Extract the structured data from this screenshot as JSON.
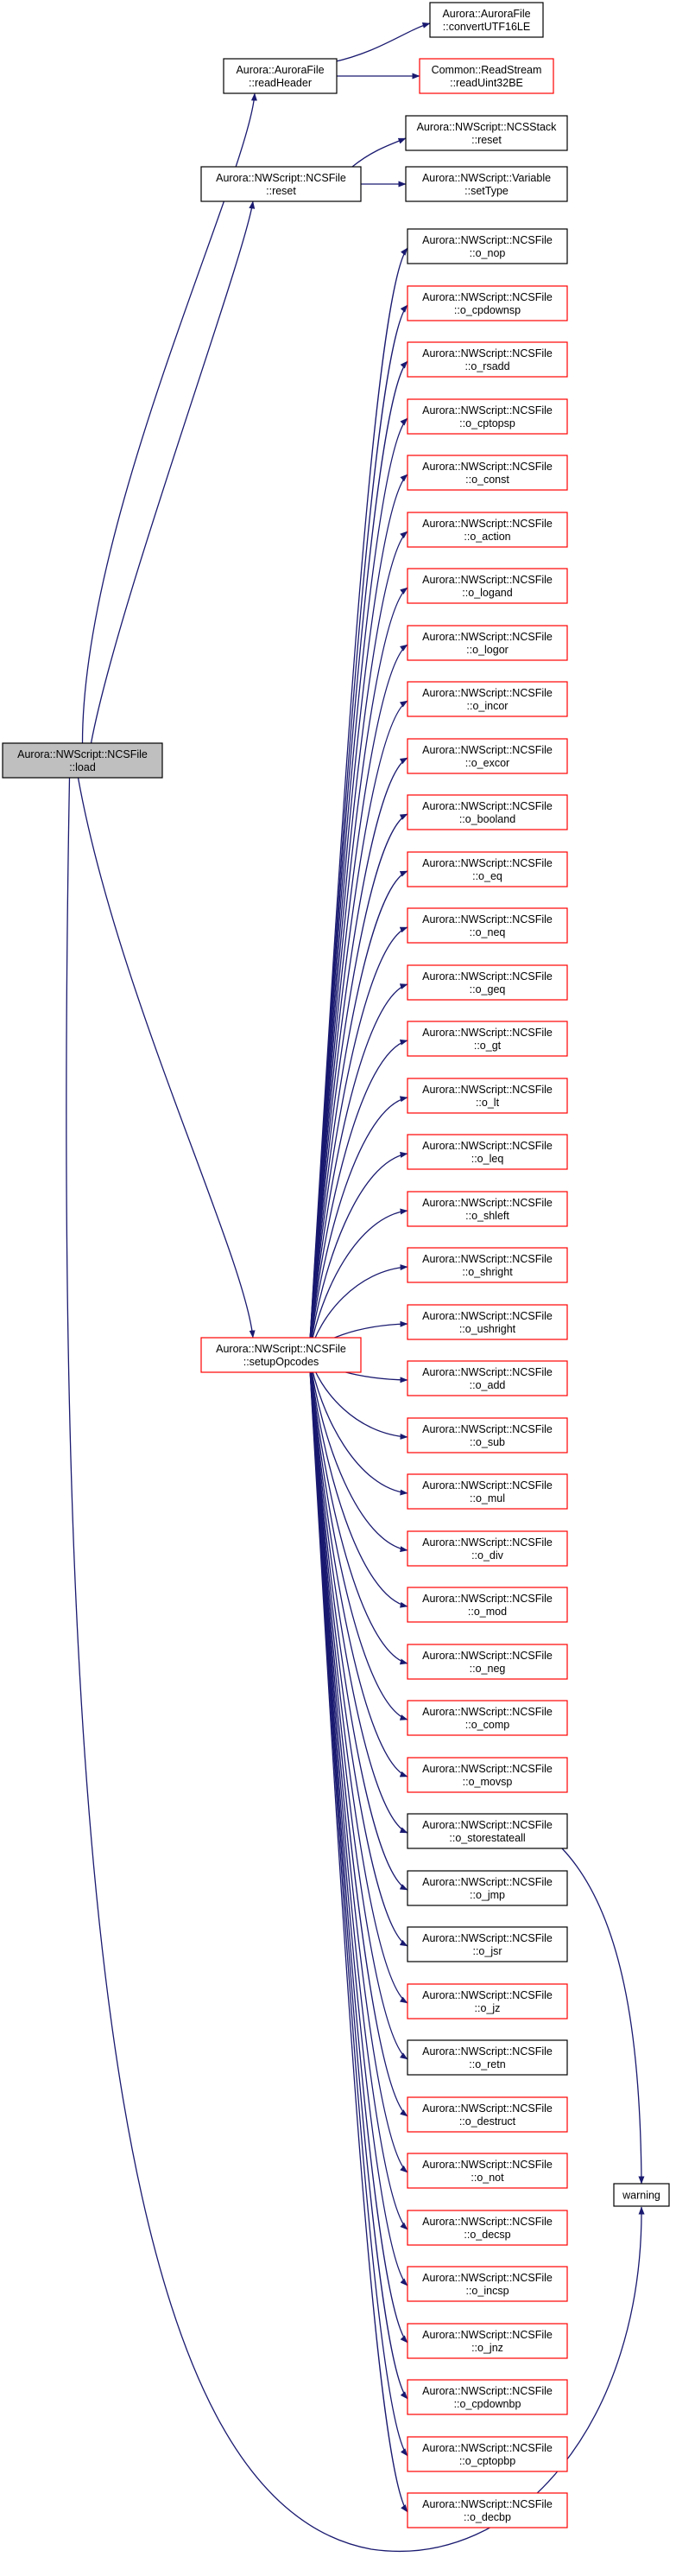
{
  "diagram": {
    "colors": {
      "edge": "#191970",
      "root_fill": "#bfbfbf",
      "leaf_border": "#000000",
      "truncated_border": "#ff0000",
      "node_fill": "#ffffff"
    },
    "nodes": [
      {
        "id": "load",
        "lines": [
          "Aurora::NWScript::NCSFile",
          "::load"
        ],
        "style": "root"
      },
      {
        "id": "readHeader",
        "lines": [
          "Aurora::AuroraFile",
          "::readHeader"
        ],
        "style": "leaf"
      },
      {
        "id": "convertUTF16LE",
        "lines": [
          "Aurora::AuroraFile",
          "::convertUTF16LE"
        ],
        "style": "leaf"
      },
      {
        "id": "readUint32BE",
        "lines": [
          "Common::ReadStream",
          "::readUint32BE"
        ],
        "style": "truncated"
      },
      {
        "id": "reset",
        "lines": [
          "Aurora::NWScript::NCSFile",
          "::reset"
        ],
        "style": "leaf"
      },
      {
        "id": "stack_reset",
        "lines": [
          "Aurora::NWScript::NCSStack",
          "::reset"
        ],
        "style": "leaf"
      },
      {
        "id": "setType",
        "lines": [
          "Aurora::NWScript::Variable",
          "::setType"
        ],
        "style": "leaf"
      },
      {
        "id": "setupOpcodes",
        "lines": [
          "Aurora::NWScript::NCSFile",
          "::setupOpcodes"
        ],
        "style": "truncated"
      },
      {
        "id": "warning",
        "lines": [
          "warning"
        ],
        "style": "leaf"
      }
    ],
    "opcode_prefix": "Aurora::NWScript::NCSFile",
    "opcodes": [
      {
        "label": "::o_nop",
        "style": "leaf"
      },
      {
        "label": "::o_cpdownsp",
        "style": "truncated"
      },
      {
        "label": "::o_rsadd",
        "style": "truncated"
      },
      {
        "label": "::o_cptopsp",
        "style": "truncated"
      },
      {
        "label": "::o_const",
        "style": "truncated"
      },
      {
        "label": "::o_action",
        "style": "truncated"
      },
      {
        "label": "::o_logand",
        "style": "truncated"
      },
      {
        "label": "::o_logor",
        "style": "truncated"
      },
      {
        "label": "::o_incor",
        "style": "truncated"
      },
      {
        "label": "::o_excor",
        "style": "truncated"
      },
      {
        "label": "::o_booland",
        "style": "truncated"
      },
      {
        "label": "::o_eq",
        "style": "truncated"
      },
      {
        "label": "::o_neq",
        "style": "truncated"
      },
      {
        "label": "::o_geq",
        "style": "truncated"
      },
      {
        "label": "::o_gt",
        "style": "truncated"
      },
      {
        "label": "::o_lt",
        "style": "truncated"
      },
      {
        "label": "::o_leq",
        "style": "truncated"
      },
      {
        "label": "::o_shleft",
        "style": "truncated"
      },
      {
        "label": "::o_shright",
        "style": "truncated"
      },
      {
        "label": "::o_ushright",
        "style": "truncated"
      },
      {
        "label": "::o_add",
        "style": "truncated"
      },
      {
        "label": "::o_sub",
        "style": "truncated"
      },
      {
        "label": "::o_mul",
        "style": "truncated"
      },
      {
        "label": "::o_div",
        "style": "truncated"
      },
      {
        "label": "::o_mod",
        "style": "truncated"
      },
      {
        "label": "::o_neg",
        "style": "truncated"
      },
      {
        "label": "::o_comp",
        "style": "truncated"
      },
      {
        "label": "::o_movsp",
        "style": "truncated"
      },
      {
        "label": "::o_storestateall",
        "style": "leaf"
      },
      {
        "label": "::o_jmp",
        "style": "leaf"
      },
      {
        "label": "::o_jsr",
        "style": "leaf"
      },
      {
        "label": "::o_jz",
        "style": "truncated"
      },
      {
        "label": "::o_retn",
        "style": "leaf"
      },
      {
        "label": "::o_destruct",
        "style": "truncated"
      },
      {
        "label": "::o_not",
        "style": "truncated"
      },
      {
        "label": "::o_decsp",
        "style": "truncated"
      },
      {
        "label": "::o_incsp",
        "style": "truncated"
      },
      {
        "label": "::o_jnz",
        "style": "truncated"
      },
      {
        "label": "::o_cpdownbp",
        "style": "truncated"
      },
      {
        "label": "::o_cptopbp",
        "style": "truncated"
      },
      {
        "label": "::o_decbp",
        "style": "truncated"
      }
    ],
    "edges": [
      {
        "from": "load",
        "to": "readHeader"
      },
      {
        "from": "load",
        "to": "reset"
      },
      {
        "from": "load",
        "to": "setupOpcodes"
      },
      {
        "from": "load",
        "to": "warning"
      },
      {
        "from": "readHeader",
        "to": "convertUTF16LE"
      },
      {
        "from": "readHeader",
        "to": "readUint32BE"
      },
      {
        "from": "reset",
        "to": "stack_reset"
      },
      {
        "from": "reset",
        "to": "setType"
      },
      {
        "from": "setupOpcodes",
        "to": "all_opcodes"
      },
      {
        "from": "o_storestateall",
        "to": "warning"
      }
    ]
  }
}
